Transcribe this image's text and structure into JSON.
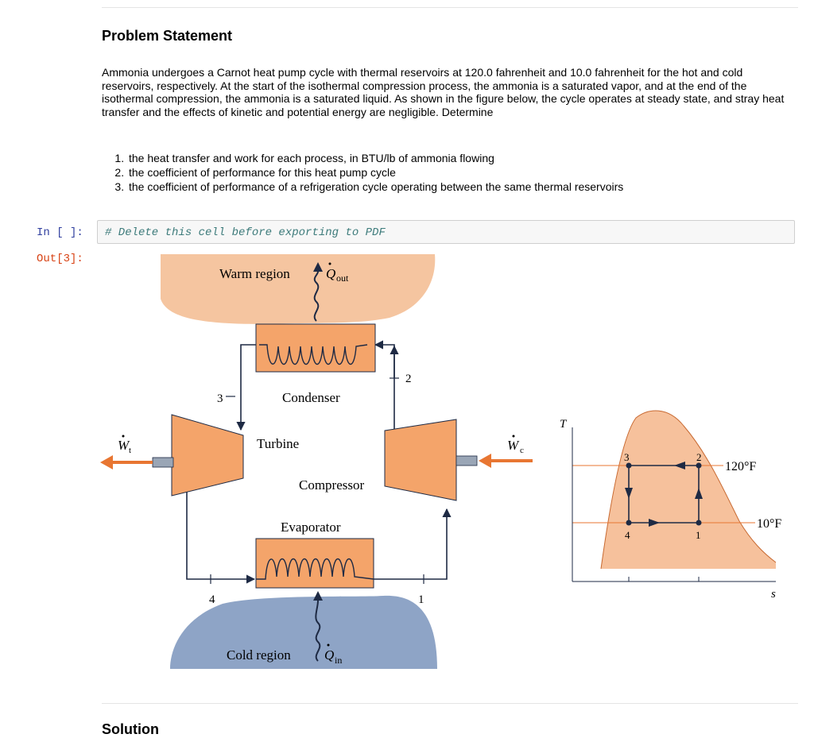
{
  "problem": {
    "heading": "Problem Statement",
    "statement": "Ammonia undergoes a Carnot heat pump cycle with thermal reservoirs at 120.0 fahrenheit and 10.0 fahrenheit for the hot and cold reservoirs, respectively. At the start of the isothermal compression process, the ammonia is a saturated vapor, and at the end of the isothermal compression, the ammonia is a saturated liquid. As shown in the figure below, the cycle operates at steady state, and stray heat transfer and the effects of kinetic and potential energy are negligible. Determine",
    "tasks": [
      "the heat transfer and work for each process, in BTU/lb of ammonia flowing",
      "the coefficient of performance for this heat pump cycle",
      "the coefficient of performance of a refrigeration cycle operating between the same thermal reservoirs"
    ]
  },
  "code_cell": {
    "in_prompt": "In [ ]:",
    "code": "# Delete this cell before exporting to PDF",
    "out_prompt": "Out[3]:"
  },
  "figure": {
    "warm_region": "Warm region",
    "q_out": "Q",
    "q_out_sub": "out",
    "condenser": "Condenser",
    "turbine": "Turbine",
    "compressor": "Compressor",
    "evaporator": "Evaporator",
    "cold_region": "Cold region",
    "q_in": "Q",
    "q_in_sub": "in",
    "w_t": "W",
    "w_t_sub": "t",
    "w_c": "W",
    "w_c_sub": "c",
    "state_1": "1",
    "state_2": "2",
    "state_3": "3",
    "state_4": "4",
    "ts_axis_t": "T",
    "ts_axis_s": "s",
    "ts_hot_temp": "120°F",
    "ts_cold_temp": "10°F",
    "ts_state_1": "1",
    "ts_state_2": "2",
    "ts_state_3": "3",
    "ts_state_4": "4"
  },
  "solution": {
    "heading": "Solution"
  },
  "colors": {
    "warm": "#f5c5a0",
    "cold": "#8ea4c6",
    "component": "#f4a46a",
    "line": "#1e2a44",
    "arrow": "#e87632",
    "dome": "#f6c19c"
  }
}
